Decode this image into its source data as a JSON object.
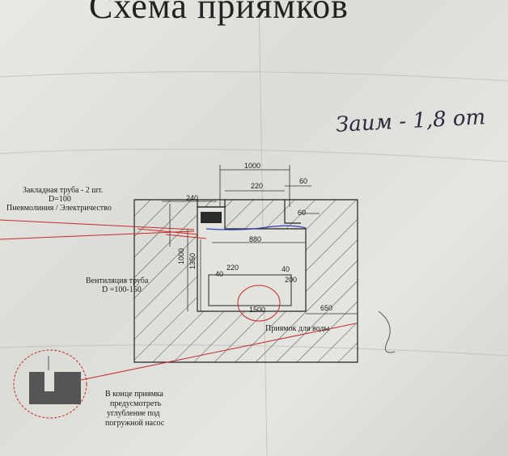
{
  "title": "Схема приямков",
  "handwritten_note": "Заим - 1,8 от",
  "labels": {
    "pipe_line1": "Закладная труба - 2 шт.",
    "pipe_line2": "D=100",
    "pipe_line3": "Пневмолиния / Электричество",
    "vent_line1": "Вентиляция  труба",
    "vent_line2": "D =100-150",
    "pit_water": "Приямок для воды",
    "note_line1": "В конце приямка",
    "note_line2": "предусмотреть",
    "note_line3": "углубление под",
    "note_line4": "погружной насос"
  },
  "dimensions": {
    "d1000_top": "1000",
    "d220_top": "220",
    "d60_top": "60",
    "d240": "240",
    "d60_right": "60",
    "d880": "880",
    "d1000_side": "1000",
    "d1350": "1350",
    "d220_mid": "220",
    "d40_left": "40",
    "d40_right": "40",
    "d200": "200",
    "d1500": "1500",
    "d650": "650"
  }
}
